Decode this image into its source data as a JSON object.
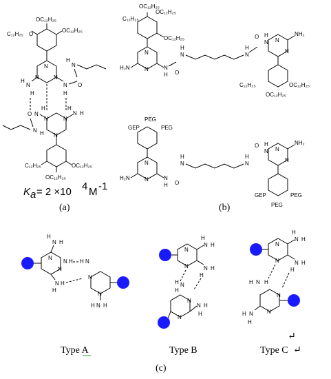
{
  "labels": {
    "c12h25": "C₁₂H₂₅",
    "oc12h25": "OC₁₂H₂₅",
    "peg": "PEG",
    "gep": "GEP",
    "n": "N",
    "h": "H",
    "o": "O",
    "nh2": "NH₂",
    "h2n": "H₂N"
  },
  "ka": {
    "symbol": "K",
    "subscript": "a",
    "value": "= 2 ×10",
    "exponent": "4",
    "unit": "M",
    "unit_exponent": "-1"
  },
  "panel_labels": {
    "a": "(a)",
    "b": "(b)",
    "c": "(c)"
  },
  "types": {
    "a": "Type A",
    "b": "Type B",
    "c": "Type C"
  },
  "marks": {
    "return_arrow": "↵"
  },
  "colors": {
    "substituent_dot": "#1a1aff",
    "ink": "#000000"
  }
}
